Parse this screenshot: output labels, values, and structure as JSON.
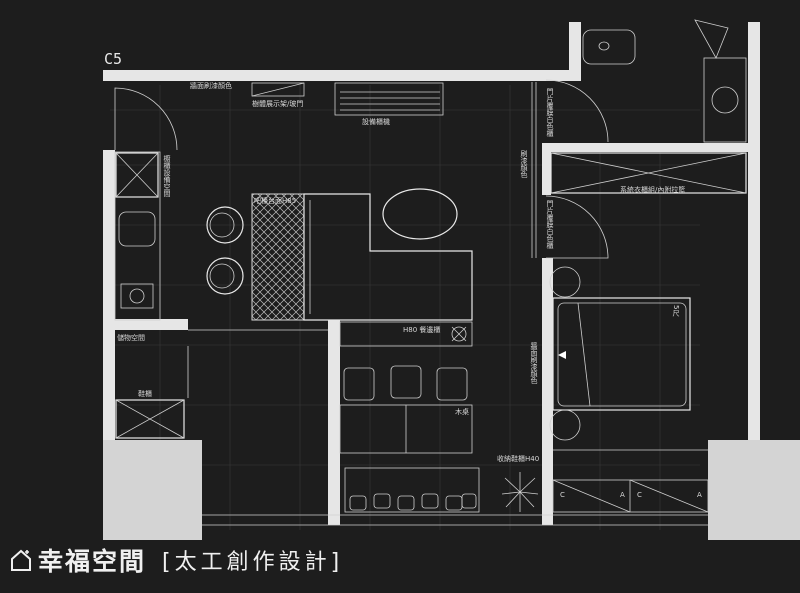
{
  "plan": {
    "room_code": "C5",
    "labels": {
      "top_wall": "牆面刷漆顏色",
      "shelf": "樹體展示架/玻門",
      "equipment": "設備櫃機",
      "door_top": "門片覆膜白色櫃",
      "hallway": "刷漆顏色",
      "pantry": "吧檯台面H85",
      "fridge_side": "櫥櫃設備空間",
      "wardrobe": "系統衣櫃組/內附拉籃",
      "door_mid": "門片覆膜白色櫃",
      "bed": "5尺",
      "paint_right": "牆面刷漆顏色",
      "bench": "H80 餐邊櫃",
      "storage_space": "儲物空間",
      "shoe": "鞋櫃",
      "table": "木桌",
      "storage_cabinet": "收納鞋櫃H40"
    }
  },
  "brand": {
    "name": "幸福空間",
    "designer": "[太工創作設計]"
  },
  "colors": {
    "background": "#1d1d1d",
    "wall": "#e6e6e6",
    "line": "#cfcfcf"
  }
}
